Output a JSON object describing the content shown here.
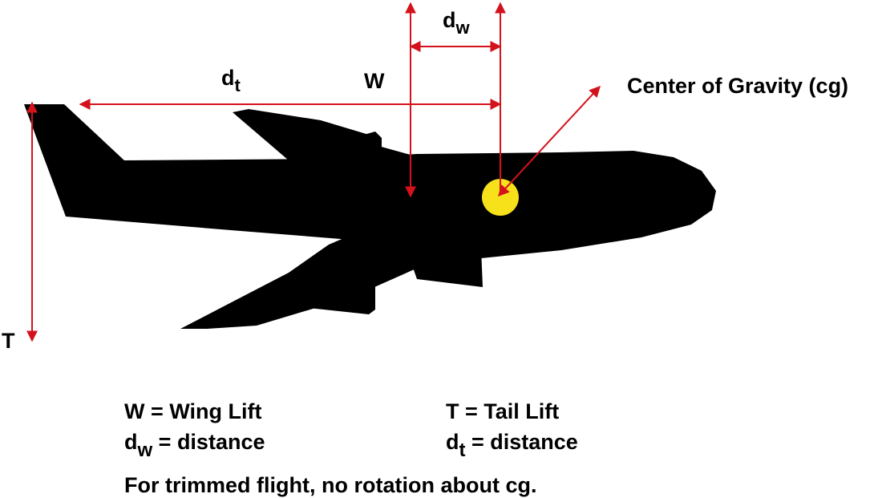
{
  "colors": {
    "aircraft": "#000000",
    "force_lines": "#d4121c",
    "cg_marker": "#f7e11b",
    "text": "#000000",
    "background": "#ffffff"
  },
  "labels": {
    "dw": {
      "base": "d",
      "sub": "w"
    },
    "dt": {
      "base": "d",
      "sub": "t"
    },
    "wing_lift": "W",
    "tail_lift": "T",
    "cg": "Center of Gravity (cg)"
  },
  "legend": {
    "w_line": "W = Wing Lift",
    "t_line": "T = Tail Lift",
    "dw_line": {
      "base": "d",
      "sub": "w",
      "rest": " = distance"
    },
    "dt_line": {
      "base": "d",
      "sub": "t",
      "rest": " = distance"
    },
    "note": "For trimmed flight, no rotation about cg."
  }
}
